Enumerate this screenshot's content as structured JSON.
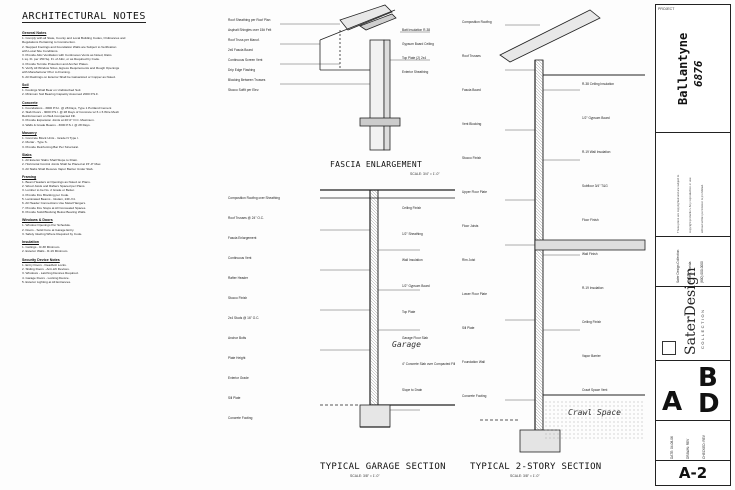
{
  "notes": {
    "title": "ARCHITECTURAL NOTES",
    "sections": [
      {
        "heading": "General Notes",
        "lines": [
          "1. Comply with all State, County and Local Building Codes, Ordinances and",
          "   Regulations Pertaining to Construction.",
          "2. Stepped Footings and Foundation Walls are Subject to Verification",
          "   with Local Site Conditions.",
          "3. Provide Attic Ventilation with Continuous Vents as Noted, Ratio",
          "   1 sq. Ft. per 150 Sq. Ft. of Attic, or as Required by Code.",
          "4. Provide Termite Protection and Anchor Plates.",
          "5. Verify All Window Sizes, Egress Requirements and Rough Openings",
          "   with Manufacturer Prior to Framing.",
          "6. All Flashings on Exterior Shall be Galvanized or Copper as Noted."
        ]
      },
      {
        "heading": "Soil",
        "lines": [
          "1. Footings Shall Bear on Undisturbed Soil.",
          "2. Minimum Soil Bearing Capacity Assumed 2000 P.S.F."
        ]
      },
      {
        "heading": "Concrete",
        "lines": [
          "1. Foundations - 3000 P.S.I. @ 28 Days, Type 1 Portland Cement",
          "2. Slab Floors - 3000 P.S.I. @ 28 Days of Concrete w/ 6 x 6 Wire Mesh",
          "   Reinforcement on Well-Compacted Fill.",
          "3. Provide Expansion Joints at 20'-0\" O.C. Maximum.",
          "4. Walls & Grade Beams - 3000 P.S.I. @ 28 Days."
        ]
      },
      {
        "heading": "Masonry",
        "lines": [
          "1. Concrete Block Units - Grade N Type I.",
          "2. Mortar - Type S.",
          "3. Provide Reinforcing Bar Per Structural."
        ]
      },
      {
        "heading": "Slabs",
        "lines": [
          "1. All Exterior Slabs Shall Slope to Drain.",
          "2. Horizontal Control Joints Shall be Placed at 15'-0\" Max.",
          "3. All Slabs Shall Receive Vapor Barrier Under Slab."
        ]
      },
      {
        "heading": "Framing",
        "lines": [
          "1. Beam Headers at Openings as Noted on Plans.",
          "2. Wood Joists and Rafters Spaced per Plans.",
          "3. Lumber to be No. 2 Grade or Better.",
          "4. Provide Fire Blocking per Code.",
          "5. Laminated Beams - Glulam, 24F-V4.",
          "6. All Header Connections Use Metal Hangers.",
          "7. Provide Fire Stops at All Concealed Spaces.",
          "8. Provide Solid Blocking Below Bearing Walls."
        ]
      },
      {
        "heading": "Windows & Doors",
        "lines": [
          "1. Window Openings Per Schedule.",
          "2. Doors - Solid Core at Garage Entry.",
          "3. Safety Glazing Where Required by Code."
        ]
      },
      {
        "heading": "Insulation",
        "lines": [
          "1. Ceilings - R-38 Minimum.",
          "2. Exterior Walls - R-19 Minimum."
        ]
      },
      {
        "heading": "Security Device Notes",
        "lines": [
          "1. Entry Doors - Deadbolt Locks.",
          "2. Sliding Doors - Anti-Lift Devices.",
          "3. Windows - Latching Devices Required.",
          "4. Garage Doors - Locking Device.",
          "5. Exterior Lighting at All Entrances."
        ]
      }
    ]
  },
  "fascia": {
    "caption": "FASCIA ENLARGEMENT",
    "scale": "SCALE: 3/4\" = 1'-0\"",
    "callouts_left": [
      "Roof Sheathing per Roof Plan",
      "Asphalt Shingles over 15# Felt",
      "Roof Truss per Manuf.",
      "2x6 Fascia Board",
      "Continuous Screen Vent",
      "Drip Edge Flashing",
      "Blocking Between Trusses",
      "Stucco Soffit per Elev."
    ],
    "callouts_right": [
      "Batt Insulation R-38",
      "Gypsum Board Ceiling",
      "Top Plate (2) 2x4",
      "Exterior Sheathing"
    ]
  },
  "garage": {
    "caption": "TYPICAL GARAGE SECTION",
    "scale": "SCALE: 3/8\" = 1'-0\"",
    "room": "Garage",
    "callouts_left": [
      "Composition Roofing over Sheathing",
      "Roof Trusses @ 24\" O.C.",
      "Fascia Enlargement",
      "Continuous Vent",
      "Rafter Header",
      "Stucco Finish",
      "2x4 Studs @ 16\" O.C.",
      "Anchor Bolts",
      "Plate Height",
      "Exterior Grade",
      "Sill Plate",
      "Concrete Footing"
    ],
    "callouts_right": [
      "Ceiling Finish",
      "1/2\" Sheathing",
      "Wall Insulation",
      "1/2\" Gypsum Board",
      "Top Plate",
      "Garage Floor Slab",
      "4\" Concrete Slab over Compacted Fill",
      "Slope to Drain"
    ]
  },
  "twostory": {
    "caption": "TYPICAL 2-STORY SECTION",
    "scale": "SCALE: 3/8\" = 1'-0\"",
    "room": "Crawl Space",
    "callouts_left": [
      "Composition Roofing",
      "Roof Trusses",
      "Fascia Board",
      "Vent Blocking",
      "Stucco Finish",
      "Upper Floor Plate",
      "Floor Joists",
      "Rim Joist",
      "Lower Floor Plate",
      "Sill Plate",
      "Foundation Wall",
      "Concrete Footing"
    ],
    "callouts_right": [
      "R-38 Ceiling Insulation",
      "1/2\" Gypsum Board",
      "R-19 Wall Insulation",
      "Subfloor 3/4\" T&G",
      "Floor Finish",
      "Wall Finish",
      "R-19 Insulation",
      "Ceiling Finish",
      "Vapor Barrier",
      "Crawl Space Vent"
    ]
  },
  "titleblock": {
    "project_label": "PROJECT",
    "project_name": "Ballantyne",
    "project_number": "6876",
    "fine_print": [
      "These plans are copyrighted and are subject to",
      "copyright protection. Any reproduction or use",
      "without written permission is prohibited."
    ],
    "address": [
      "Sater Design Collection",
      "Naples, Florida",
      "(800) 000-0000"
    ],
    "logo_main": "SaterDesign",
    "logo_sub": "COLLECTION",
    "letters": [
      "A",
      "B",
      "D"
    ],
    "revision": [
      "DATE: 04-08-06",
      "DRAWN: REV",
      "CHECKED: REV"
    ],
    "sheet": "A-2"
  }
}
